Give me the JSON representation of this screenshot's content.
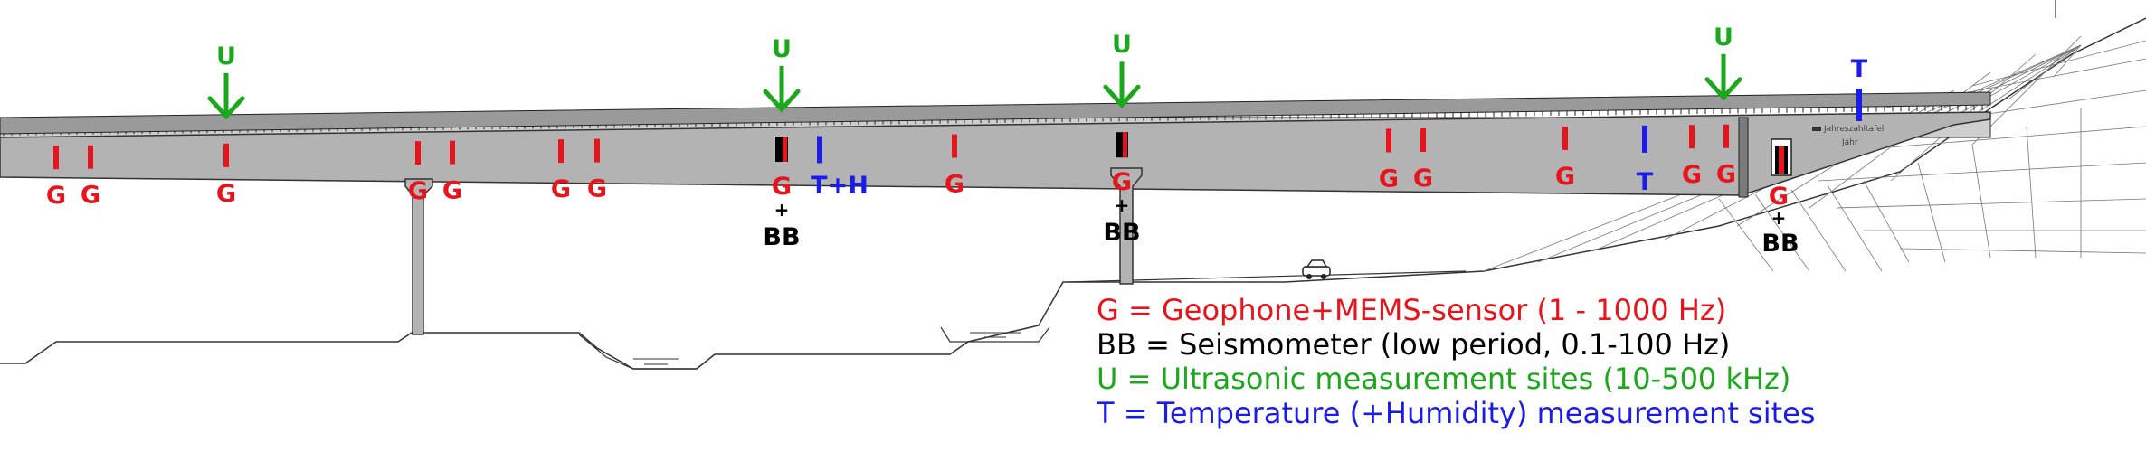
{
  "sensor_types": {
    "G": {
      "text": "G",
      "color": "#e8141c"
    },
    "U": {
      "text": "U",
      "color": "#1ca81c"
    },
    "T": {
      "text": "T",
      "color": "#1c1ce8"
    },
    "TH": {
      "text": "T+H",
      "color": "#1c1ce8"
    },
    "BB": {
      "text": "BB",
      "color": "#000000"
    },
    "plus": {
      "text": "+"
    }
  },
  "sign": {
    "line1": "Jahreszahltafel",
    "line2": "Jahr"
  },
  "legend": [
    {
      "key": "G",
      "text": "G = Geophone+MEMS-sensor (1 - 1000 Hz)",
      "color": "#e8141c"
    },
    {
      "key": "BB",
      "text": "BB = Seismometer (low period, 0.1-100 Hz)",
      "color": "#000000"
    },
    {
      "key": "U",
      "text": "U = Ultrasonic measurement sites (10-500 kHz)",
      "color": "#1ca81c"
    },
    {
      "key": "T",
      "text": "T = Temperature (+Humidity) measurement sites",
      "color": "#1c1ce8"
    }
  ]
}
